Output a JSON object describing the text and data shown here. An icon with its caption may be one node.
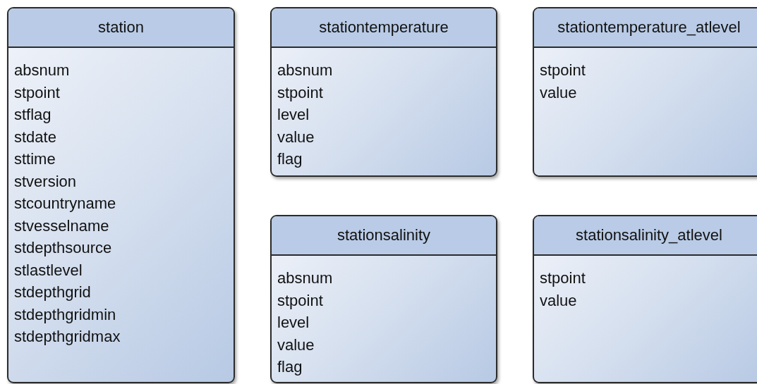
{
  "diagram": {
    "nodes": [
      {
        "text": [
          "station",
          "absnum",
          "stpoint",
          "stflag",
          "stdate",
          "sttime",
          "stversion",
          "stcountryname",
          "stvesselname",
          "stdepthsource",
          "stlastlevel",
          "stdepthgrid",
          "stdepthgridmin",
          "stdepthgridmax"
        ]
      },
      {
        "text": [
          "stationtemperature",
          "absnum",
          "stpoint",
          "level",
          "value",
          "flag"
        ]
      },
      {
        "text": [
          "stationtemperature_atlevel",
          "stpoint",
          "value"
        ]
      },
      {
        "text": [
          "stationsalinity",
          "absnum",
          "stpoint",
          "level",
          "value",
          "flag"
        ]
      },
      {
        "text": [
          "stationsalinity_atlevel",
          "stpoint",
          "value"
        ]
      }
    ]
  }
}
